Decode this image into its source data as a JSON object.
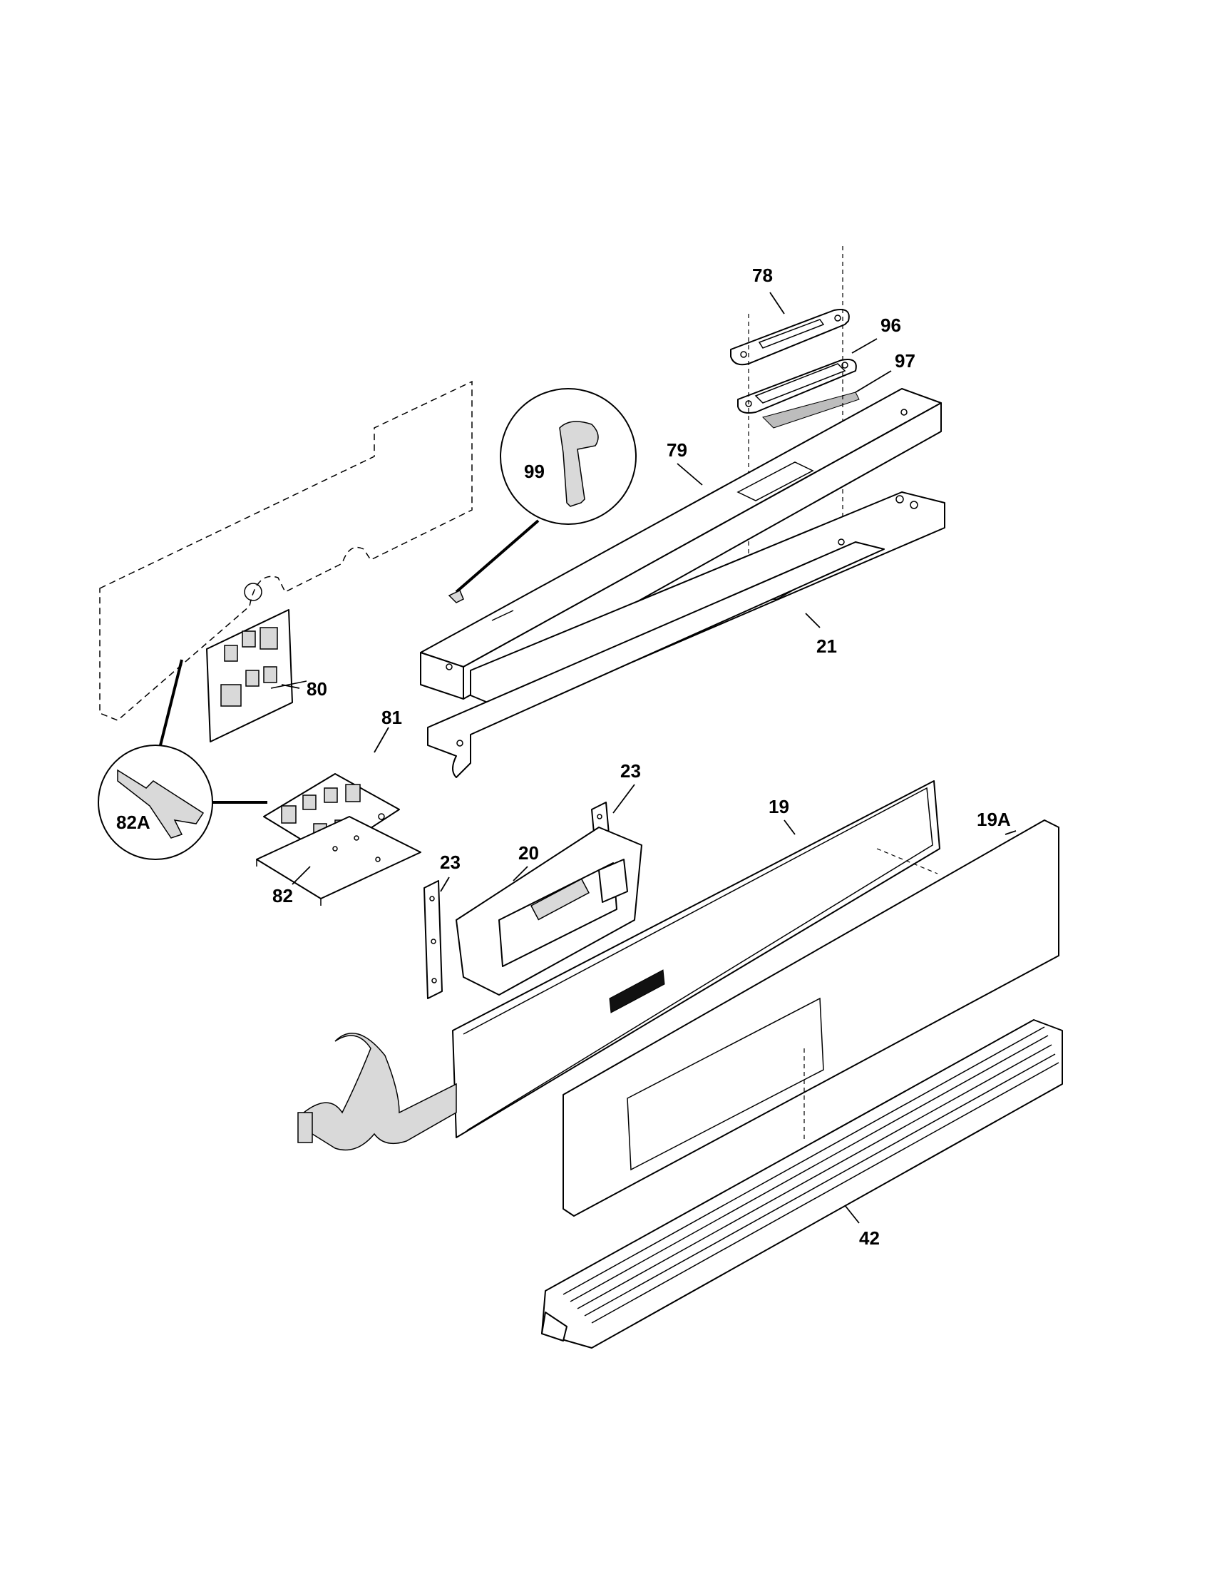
{
  "callouts": {
    "c78": "78",
    "c96": "96",
    "c97": "97",
    "c99": "99",
    "c79": "79",
    "c21": "21",
    "c80": "80",
    "c81": "81",
    "c82A": "82A",
    "c82": "82",
    "c23a": "23",
    "c23b": "23",
    "c20": "20",
    "c19": "19",
    "c19A": "19A",
    "c42": "42"
  }
}
